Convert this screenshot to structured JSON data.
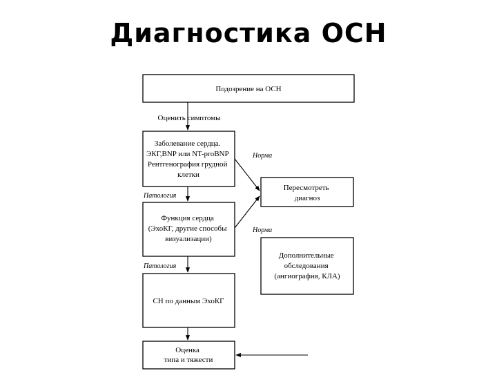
{
  "title": "Диагностика ОСН",
  "flowchart": {
    "box_suspicion": [
      "Подозрение на ОСН"
    ],
    "label_assess_symptoms": "Оценить симптомы",
    "box_heart_disease": [
      "Заболевание сердца.",
      "ЭКГ,BNP или NT-proBNP",
      "Рентгенография грудной",
      "клетки"
    ],
    "label_pathology_1": "Патология",
    "box_heart_function": [
      "Функция сердца",
      "(ЭхоКГ, другие способы",
      "визуализации)"
    ],
    "label_pathology_2": "Патология",
    "box_echo_hf": [
      "СН по данным ЭхоКГ"
    ],
    "box_evaluation": [
      "Оценка",
      "типа и тяжести"
    ],
    "label_norm_1": "Норма",
    "label_norm_2": "Норма",
    "box_reconsider": [
      "Пересмотреть",
      "диагноз"
    ],
    "box_additional": [
      "Дополнительные",
      "обследования",
      "(ангиография, КЛА)"
    ]
  }
}
